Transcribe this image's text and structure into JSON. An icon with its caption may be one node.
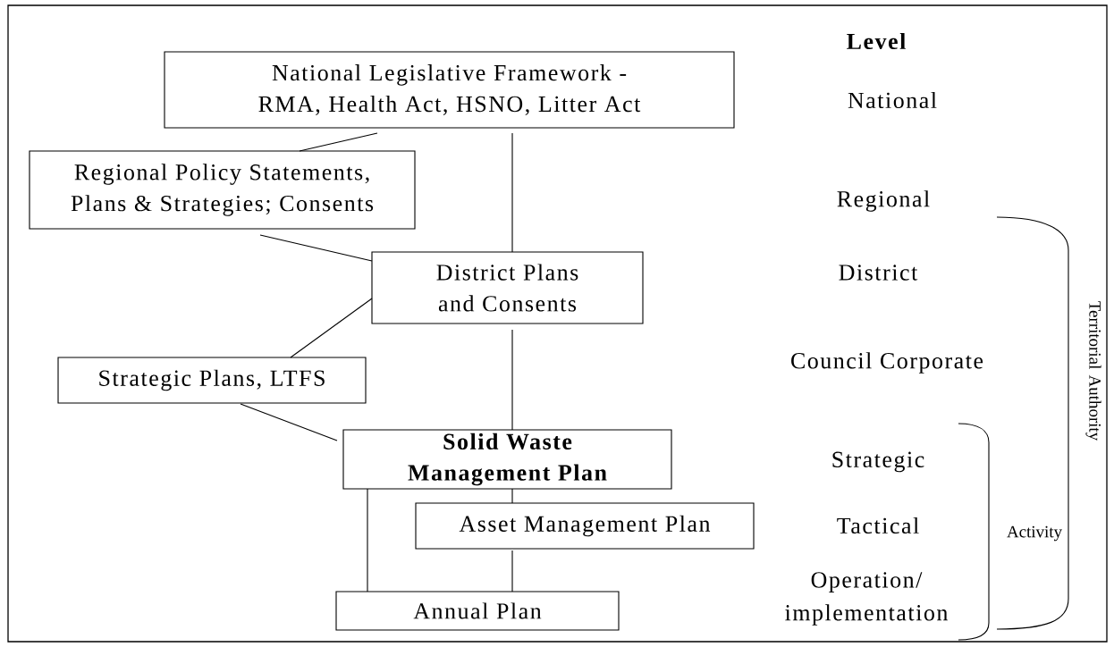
{
  "diagram": {
    "nodes": [
      {
        "text": [
          "National Legislative Framework - RMA, Health Act, HSNO, Litter Act"
        ]
      },
      {
        "text": [
          "Regional Policy Statements, Plans & Strategies; Consents"
        ]
      },
      {
        "text": [
          "District Plans and Consents"
        ]
      },
      {
        "text": [
          "Strategic Plans, LTFS"
        ]
      },
      {
        "text": [
          "Solid Waste Management Plan"
        ]
      },
      {
        "text": [
          "Asset Management Plan"
        ]
      },
      {
        "text": [
          "Annual Plan"
        ]
      }
    ],
    "edges": [
      {
        "from": 0,
        "to": 1,
        "arrow": "none"
      },
      {
        "from": 0,
        "to": 2,
        "arrow": "none"
      },
      {
        "from": 1,
        "to": 2,
        "arrow": "none"
      },
      {
        "from": 2,
        "to": 3,
        "arrow": "none"
      },
      {
        "from": 3,
        "to": 4,
        "arrow": "none"
      },
      {
        "from": 2,
        "to": 4,
        "arrow": "none"
      },
      {
        "from": 4,
        "to": 5,
        "arrow": "none"
      },
      {
        "from": 5,
        "to": 6,
        "arrow": "none"
      },
      {
        "from": 4,
        "to": 6,
        "arrow": "none"
      }
    ],
    "labels": [
      "Level",
      "National",
      "Regional",
      "Territorial Authority",
      "District",
      "Council Corporate",
      "Strategic",
      "Tactical",
      "Activity",
      "Operation/ implementation"
    ]
  }
}
